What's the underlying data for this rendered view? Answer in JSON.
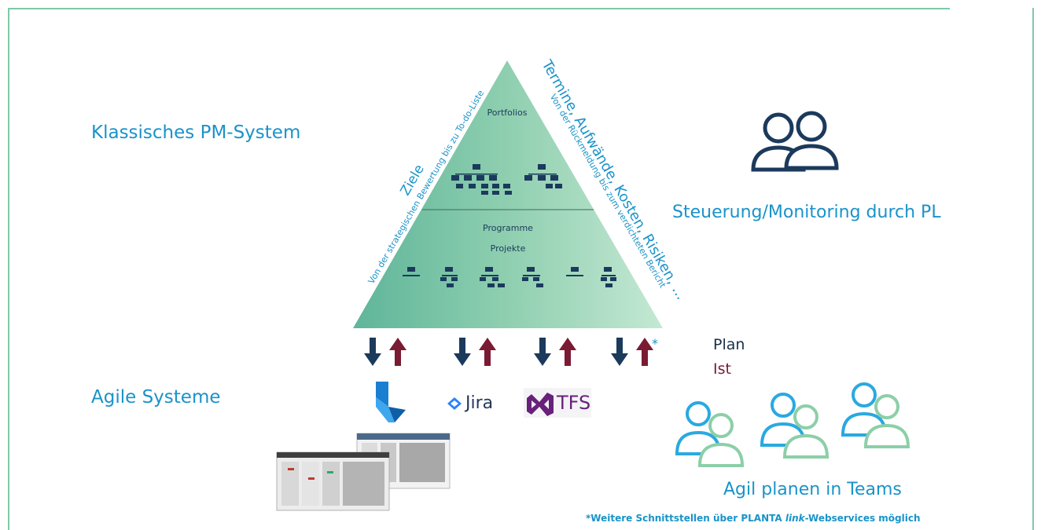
{
  "labels": {
    "classic": "Klassisches PM-System",
    "agile": "Agile Systeme",
    "steuerung": "Steuerung/Monitoring durch PL",
    "teams": "Agil planen in Teams",
    "plan": "Plan",
    "ist": "Ist",
    "asterisk": "*"
  },
  "footnote": {
    "prefix": "*Weitere Schnittstellen über PLANTA ",
    "italic": "link",
    "suffix": "-Webservices möglich"
  },
  "pyramid": {
    "top_label": "Portfolios",
    "mid_label_1": "Programme",
    "mid_label_2": "Projekte",
    "left_heading": "Ziele",
    "left_sub": "Von der strategischen Bewertung bis zu To-do-Liste",
    "right_heading": "Termine, Aufwände, Kosten, Risiken, ...",
    "right_sub": "Von der Rückmeldung bis zum verdichteten Bericht"
  },
  "tools": {
    "jira": "Jira",
    "tfs": "TFS"
  },
  "colors": {
    "accent_blue": "#1a93c9",
    "navy": "#1b2f4a",
    "plan_arrow": "#1b3a5c",
    "ist_arrow": "#7a1a33",
    "pyramid_light": "#a8dcc0",
    "pyramid_dark": "#5fb59a",
    "team_green": "#8ccfa8"
  }
}
